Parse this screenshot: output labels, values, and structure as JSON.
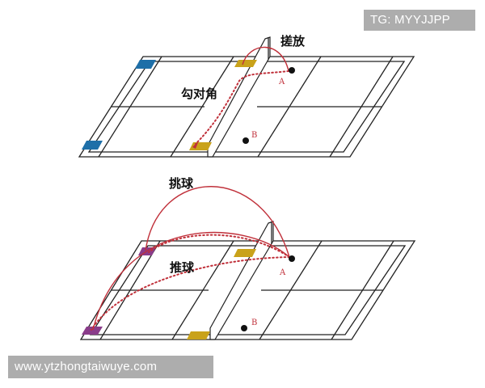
{
  "watermarks": {
    "top_right": "TG: MYYJJPP",
    "bottom_left": "www.ytzhongtaiwuye.com"
  },
  "diagram_top": {
    "label_shot": "搓放",
    "label_cross": "勾对角",
    "point_a": "A",
    "point_b": "B"
  },
  "diagram_bottom": {
    "label_lift": "挑球",
    "label_push": "推球",
    "point_a": "A",
    "point_b": "B"
  },
  "colors": {
    "court_line": "#222222",
    "trajectory": "#c0303a",
    "zone_blue": "#1e6fa8",
    "zone_gold": "#c9a21a",
    "zone_purple": "#8a3c8a"
  }
}
